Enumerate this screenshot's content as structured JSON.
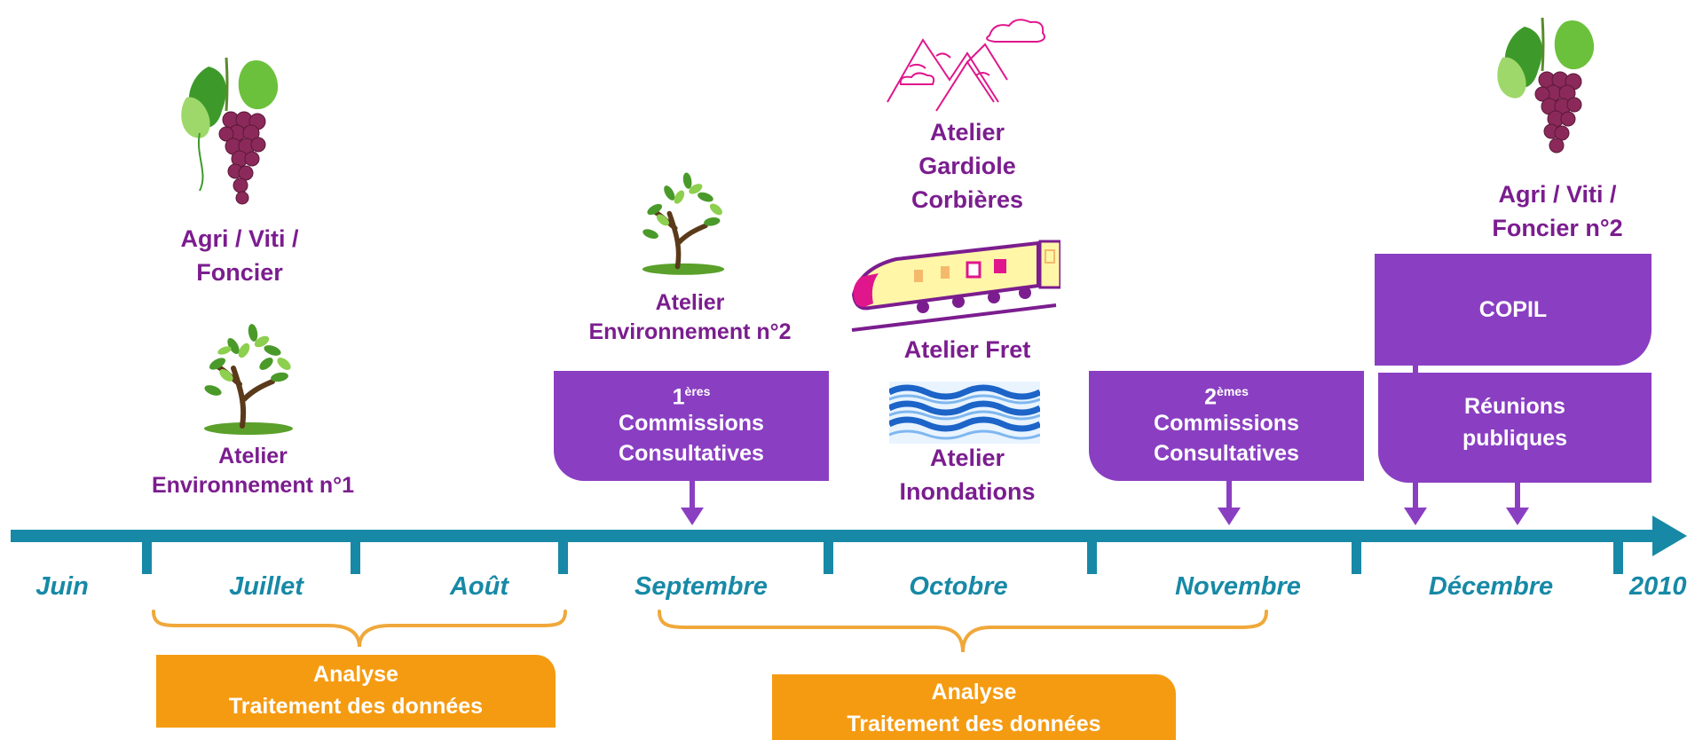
{
  "title": "",
  "colors": {
    "timeline": "#1789a6",
    "box": "#8a3fc2",
    "orange": "#f59b12",
    "label": "#7b1d8f",
    "brace": "#f0a83a"
  },
  "timeline": {
    "months": [
      "Juin",
      "Juillet",
      "Août",
      "Septembre",
      "Octobre",
      "Novembre",
      "Décembre",
      "2010"
    ]
  },
  "events": {
    "agri1": {
      "line1": "Agri / Viti /",
      "line2": "Foncier",
      "icon": "grape-icon"
    },
    "env1": {
      "line1": "Atelier",
      "line2": "Environnement n°1",
      "icon": "tree-icon"
    },
    "env2": {
      "line1": "Atelier",
      "line2": "Environnement n°2",
      "icon": "tree-icon"
    },
    "gardiole": {
      "line1": "Atelier",
      "line2": "Gardiole",
      "line3": "Corbières",
      "icon": "mountain-icon"
    },
    "fret": {
      "label": "Atelier Fret",
      "icon": "train-icon"
    },
    "inondations": {
      "line1": "Atelier",
      "line2": "Inondations",
      "icon": "water-icon"
    },
    "agri2": {
      "line1": "Agri / Viti /",
      "line2": "Foncier n°2",
      "icon": "grape-icon"
    }
  },
  "boxes": {
    "cc1": {
      "num": "1",
      "sup": "ères",
      "line1": "Commissions",
      "line2": "Consultatives"
    },
    "cc2": {
      "num": "2",
      "sup": "èmes",
      "line1": "Commissions",
      "line2": "Consultatives"
    },
    "copil": {
      "label": "COPIL"
    },
    "reunions": {
      "line1": "Réunions",
      "line2": "publiques"
    }
  },
  "analysis": [
    {
      "line1": "Analyse",
      "line2": "Traitement des données"
    },
    {
      "line1": "Analyse",
      "line2": "Traitement des données"
    }
  ]
}
